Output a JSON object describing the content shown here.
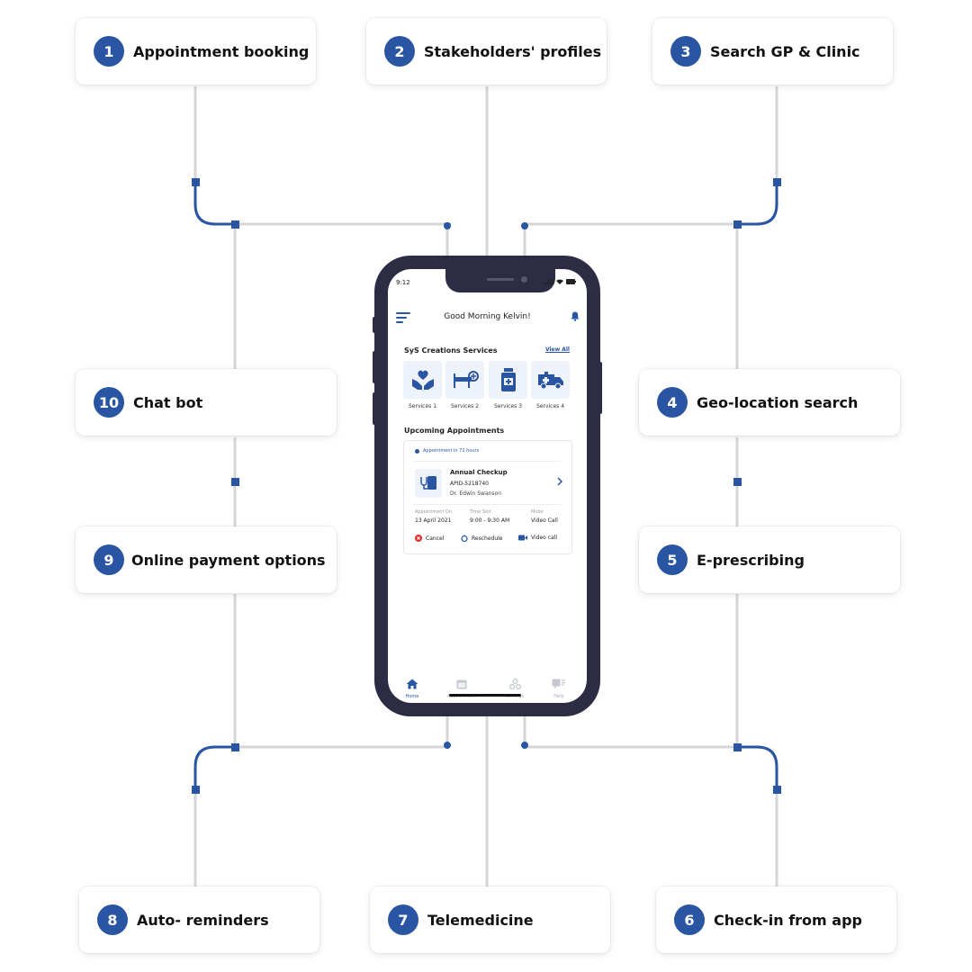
{
  "colors": {
    "accent": "#2a55a3",
    "connector": "#d6d6d6",
    "phone_frame": "#2c2d44"
  },
  "features": [
    {
      "number": "1",
      "label": "Appointment booking"
    },
    {
      "number": "2",
      "label": "Stakeholders' profiles"
    },
    {
      "number": "3",
      "label": "Search GP & Clinic"
    },
    {
      "number": "4",
      "label": "Geo-location search"
    },
    {
      "number": "5",
      "label": "E-prescribing"
    },
    {
      "number": "6",
      "label": "Check-in from app"
    },
    {
      "number": "7",
      "label": "Telemedicine"
    },
    {
      "number": "8",
      "label": "Auto- reminders"
    },
    {
      "number": "9",
      "label": "Online payment options"
    },
    {
      "number": "10",
      "label": "Chat bot"
    }
  ],
  "phone": {
    "status_time": "9:12",
    "greeting": "Good Morning Kelvin!",
    "services_title": "SyS Creations Services",
    "view_all": "View All",
    "services": [
      {
        "label": "Services 1",
        "icon": "heart-hands-icon"
      },
      {
        "label": "Services 2",
        "icon": "hospital-bed-icon"
      },
      {
        "label": "Services 3",
        "icon": "medicine-bottle-icon"
      },
      {
        "label": "Services 4",
        "icon": "ambulance-icon"
      }
    ],
    "upcoming_title": "Upcoming Appointments",
    "appointment": {
      "in_hours": "Appointment in 72 hours",
      "title": "Annual Checkup",
      "id": "APID-5218740",
      "doctor": "Dr. Edwin Swanson",
      "date_label": "Appointment On",
      "date_value": "13 April 2021",
      "slot_label": "Time Slot",
      "slot_value": "9:00 - 9:30 AM",
      "mode_label": "Mode",
      "mode_value": "Video Call",
      "cancel": "Cancel",
      "reschedule": "Reschedule",
      "video": "Video call"
    },
    "nav": [
      {
        "label": "Home",
        "active": true
      },
      {
        "label": "Appointment",
        "active": false
      },
      {
        "label": "Settings",
        "active": false
      },
      {
        "label": "Help",
        "active": false
      }
    ]
  }
}
